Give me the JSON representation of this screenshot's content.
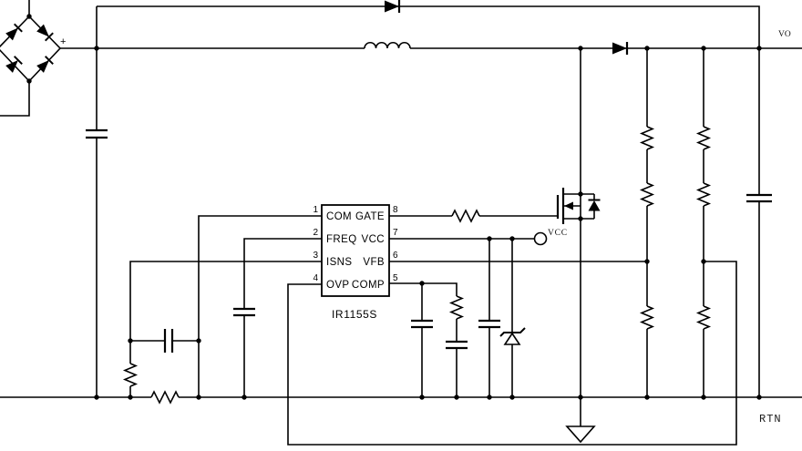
{
  "diagram_type": "circuit-schematic",
  "colors": {
    "background": "#ffffff",
    "line": "#000000",
    "vout_label": "#7d7d7d"
  },
  "ic": {
    "part": "IR1155S",
    "left_pins": [
      {
        "num": "1",
        "name": "COM"
      },
      {
        "num": "2",
        "name": "FREQ"
      },
      {
        "num": "3",
        "name": "ISNS"
      },
      {
        "num": "4",
        "name": "OVP"
      }
    ],
    "right_pins": [
      {
        "num": "8",
        "name": "GATE"
      },
      {
        "num": "7",
        "name": "VCC"
      },
      {
        "num": "6",
        "name": "VFB"
      },
      {
        "num": "5",
        "name": "COMP"
      }
    ]
  },
  "labels": {
    "bridge_plus": "+",
    "vcc_terminal": "VCC",
    "vout_partial": "VO",
    "rtn": "RTN"
  },
  "components": [
    "bridge-rectifier",
    "bypass-diode",
    "boost-inductor",
    "boost-diode",
    "input-filter-capacitor",
    "power-mosfet",
    "gate-resistor",
    "vcc-decoupling-capacitor",
    "vcc-zener-diode",
    "vcc-terminal",
    "freq-capacitor",
    "isns-filter-capacitor",
    "isns-resistor",
    "current-sense-resistor",
    "comp-capacitor-1",
    "comp-resistor",
    "comp-capacitor-2",
    "output-divider-1",
    "output-divider-2",
    "output-capacitor",
    "ground-symbol"
  ]
}
